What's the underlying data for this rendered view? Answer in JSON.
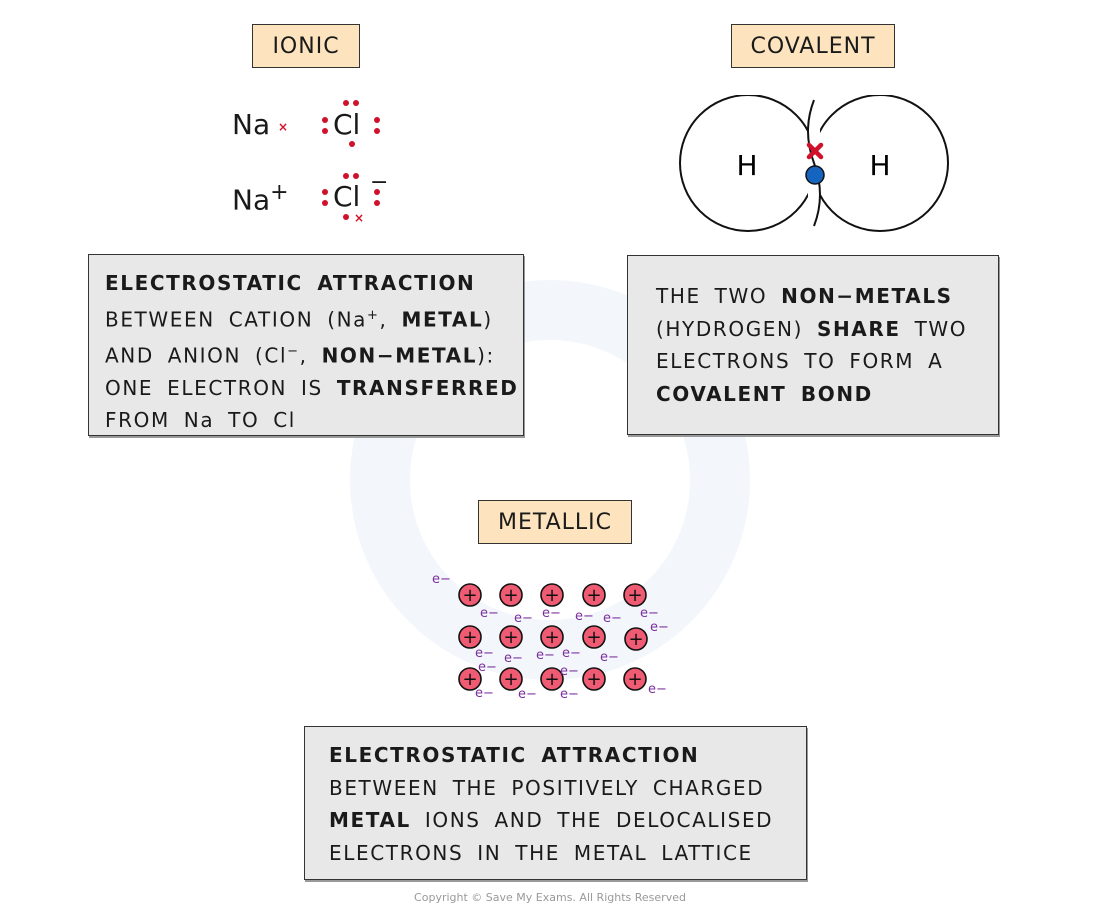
{
  "ionic": {
    "label": "IONIC",
    "na": "Na",
    "na_ion": "Na",
    "na_charge": "+",
    "cl": "Cl",
    "cl_ion": "Cl",
    "cl_charge": "−",
    "description": {
      "line1_bold": "ELECTROSTATIC  ATTRACTION",
      "line2_a": "BETWEEN  CATION  (Na",
      "line2_sup": "+",
      "line2_b": ", ",
      "line2_bold": "METAL",
      "line2_c": ")",
      "line3_a": "AND  ANION  (Cl",
      "line3_sup": "−",
      "line3_b": ", ",
      "line3_bold": "NON−METAL",
      "line3_c": "):",
      "line4_a": "ONE  ELECTRON  IS  ",
      "line4_bold": "TRANSFERRED",
      "line5": "FROM  Na  TO  Cl"
    }
  },
  "covalent": {
    "label": "COVALENT",
    "atom_left": "H",
    "atom_right": "H",
    "description": {
      "line1_a": "THE  TWO  ",
      "line1_bold": "NON−METALS",
      "line2_a": "(HYDROGEN)  ",
      "line2_bold": "SHARE",
      "line2_b": "  TWO",
      "line3": "ELECTRONS  TO  FORM  A",
      "line4_bold": "COVALENT  BOND"
    }
  },
  "metallic": {
    "label": "METALLIC",
    "ion_symbol": "+",
    "electron_symbol": "e−",
    "rows": 3,
    "ions_per_row": 5,
    "description": {
      "line1_bold": "ELECTROSTATIC  ATTRACTION",
      "line2": "BETWEEN  THE  POSITIVELY  CHARGED",
      "line3_bold": "METAL",
      "line3_b": "  IONS  AND  THE  DELOCALISED",
      "line4": "ELECTRONS  IN  THE  METAL  LATTICE"
    }
  },
  "colors": {
    "label_bg": "#fde4bf",
    "box_bg": "#e8e8e8",
    "electron_red": "#d0112b",
    "electron_blue": "#1565c0",
    "ion_fill": "#ef5b73",
    "electron_purple": "#7b2f9e"
  },
  "copyright": "Copyright © Save My Exams. All Rights Reserved"
}
